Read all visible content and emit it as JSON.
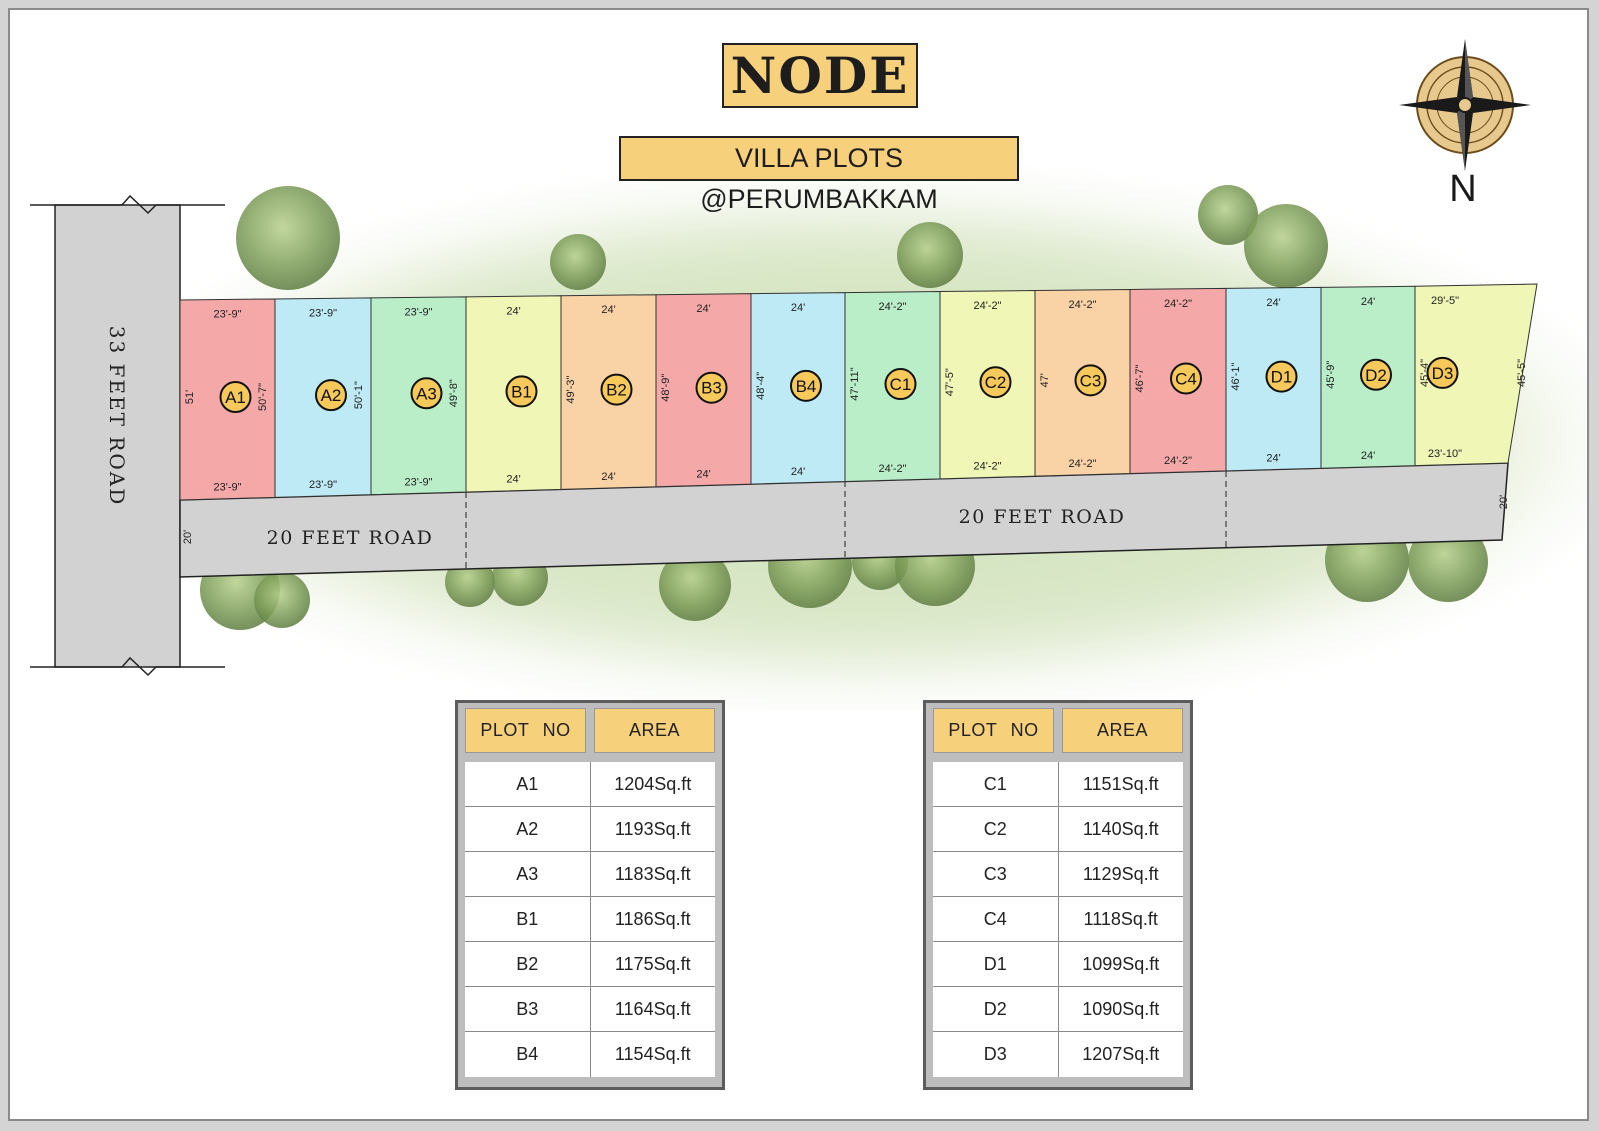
{
  "title": "NODE",
  "subtitle": "VILLA PLOTS @PERUMBAKKAM",
  "compass_letter": "N",
  "roads": {
    "main": "33 FEET ROAD",
    "inner_left": "20 FEET ROAD",
    "inner_right": "20 FEET ROAD",
    "width_left": "20'",
    "width_right": "20'"
  },
  "plots": [
    {
      "id": "A1",
      "color": "#f4a8a8",
      "top": "23'-9\"",
      "bottom": "23'-9\"",
      "left": "51'",
      "right": "50'-7\""
    },
    {
      "id": "A2",
      "color": "#bdeaf5",
      "top": "23'-9\"",
      "bottom": "23'-9\"",
      "left": "",
      "right": "50'-1\""
    },
    {
      "id": "A3",
      "color": "#b9eec9",
      "top": "23'-9\"",
      "bottom": "23'-9\"",
      "left": "",
      "right": "49'-8\""
    },
    {
      "id": "B1",
      "color": "#eff6b6",
      "top": "24'",
      "bottom": "24'",
      "left": "",
      "right": ""
    },
    {
      "id": "B2",
      "color": "#f9d2a6",
      "top": "24'",
      "bottom": "24'",
      "left": "49'-3\"",
      "right": ""
    },
    {
      "id": "B3",
      "color": "#f4a8a8",
      "top": "24'",
      "bottom": "24'",
      "left": "48'-9\"",
      "right": ""
    },
    {
      "id": "B4",
      "color": "#bdeaf5",
      "top": "24'",
      "bottom": "24'",
      "left": "48'-4\"",
      "right": ""
    },
    {
      "id": "C1",
      "color": "#b9eec9",
      "top": "24'-2\"",
      "bottom": "24'-2\"",
      "left": "47'-11\"",
      "right": ""
    },
    {
      "id": "C2",
      "color": "#eff6b6",
      "top": "24'-2\"",
      "bottom": "24'-2\"",
      "left": "47'-5\"",
      "right": ""
    },
    {
      "id": "C3",
      "color": "#f9d2a6",
      "top": "24'-2\"",
      "bottom": "24'-2\"",
      "left": "47'",
      "right": ""
    },
    {
      "id": "C4",
      "color": "#f4a8a8",
      "top": "24'-2\"",
      "bottom": "24'-2\"",
      "left": "46'-7\"",
      "right": ""
    },
    {
      "id": "D1",
      "color": "#bdeaf5",
      "top": "24'",
      "bottom": "24'",
      "left": "46'-1\"",
      "right": ""
    },
    {
      "id": "D2",
      "color": "#b9eec9",
      "top": "24'",
      "bottom": "24'",
      "left": "45'-9\"",
      "right": ""
    },
    {
      "id": "D3",
      "color": "#eff6b6",
      "top": "29'-5\"",
      "bottom": "23'-10\"",
      "left": "45'-4\"",
      "right": "45'-5\""
    }
  ],
  "table_left": {
    "headers": [
      "PLOT NO",
      "AREA"
    ],
    "rows": [
      [
        "A1",
        "1204Sq.ft"
      ],
      [
        "A2",
        "1193Sq.ft"
      ],
      [
        "A3",
        "1183Sq.ft"
      ],
      [
        "B1",
        "1186Sq.ft"
      ],
      [
        "B2",
        "1175Sq.ft"
      ],
      [
        "B3",
        "1164Sq.ft"
      ],
      [
        "B4",
        "1154Sq.ft"
      ]
    ]
  },
  "table_right": {
    "headers": [
      "PLOT NO",
      "AREA"
    ],
    "rows": [
      [
        "C1",
        "1151Sq.ft"
      ],
      [
        "C2",
        "1140Sq.ft"
      ],
      [
        "C3",
        "1129Sq.ft"
      ],
      [
        "C4",
        "1118Sq.ft"
      ],
      [
        "D1",
        "1099Sq.ft"
      ],
      [
        "D2",
        "1090Sq.ft"
      ],
      [
        "D3",
        "1207Sq.ft"
      ]
    ]
  },
  "colors": {
    "badge": "#f7c85a",
    "header": "#f7d07c",
    "road": "#d2d2d2"
  }
}
